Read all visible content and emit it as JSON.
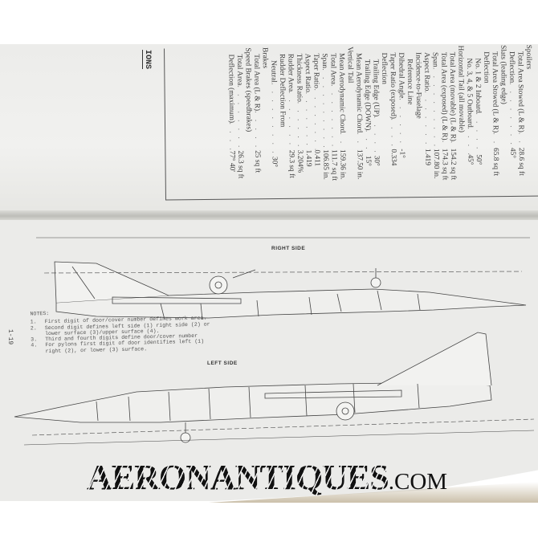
{
  "section_heading": "IONS",
  "specifications": [
    {
      "label": "Spoilers",
      "value": "",
      "level": 0
    },
    {
      "label": "Total Area Stowed (L & R)",
      "value": "28.6 sq ft",
      "level": 1
    },
    {
      "label": "Deflection",
      "value": "45°",
      "level": 1
    },
    {
      "label": "Slats (leading edge)",
      "value": "",
      "level": 0
    },
    {
      "label": "Total Area Stowed (L & R)",
      "value": "65.8 sq ft",
      "level": 1
    },
    {
      "label": "Deflection",
      "value": "",
      "level": 1
    },
    {
      "label": "No. 1 & 2 Inboard",
      "value": "50°",
      "level": 2
    },
    {
      "label": "No. 3, 4, & 5 Outboard",
      "value": "45°",
      "level": 2
    },
    {
      "label": "Horizontal Tail (all movable)",
      "value": "",
      "level": 0
    },
    {
      "label": "Total Area (movable) (L & R)",
      "value": "154.2 sq ft",
      "level": 1
    },
    {
      "label": "Total Area (exposed) (L & R)",
      "value": "174.3 sq ft",
      "level": 1
    },
    {
      "label": "Span",
      "value": "107.80 in.",
      "level": 1
    },
    {
      "label": "Aspect Ratio",
      "value": "1.419",
      "level": 1
    },
    {
      "label": "Incidence-to-Fuselage",
      "value": "",
      "level": 1
    },
    {
      "label": "Reference Line",
      "value": "",
      "level": 2
    },
    {
      "label": "Dihedral Angle",
      "value": "-1°",
      "level": 1
    },
    {
      "label": "Taper Ratio (exposed)",
      "value": "0.334",
      "level": 1
    },
    {
      "label": "Deflection",
      "value": "",
      "level": 1
    },
    {
      "label": "Trailing Edge (UP)",
      "value": "30°",
      "level": 2
    },
    {
      "label": "Trailing Edge (DOWN)",
      "value": "15°",
      "level": 2
    },
    {
      "label": "Mean Aerodynamic Chord",
      "value": "137.50 in.",
      "level": 1
    },
    {
      "label": "Vertical Tail",
      "value": "",
      "level": 0
    },
    {
      "label": "Mean Aerodynamic Chord",
      "value": "159.36 in.",
      "level": 1
    },
    {
      "label": "Total Area",
      "value": "111.7 sq ft",
      "level": 1
    },
    {
      "label": "Span",
      "value": "106.85 in.",
      "level": 1
    },
    {
      "label": "Taper Ratio",
      "value": "0.411",
      "level": 1
    },
    {
      "label": "Aspect Ratio",
      "value": "1.419",
      "level": 1
    },
    {
      "label": "Thickness Ratio",
      "value": "3.204%",
      "level": 1
    },
    {
      "label": "Rudder Area",
      "value": "29.3 sq ft",
      "level": 1
    },
    {
      "label": "Rudder Deflection From",
      "value": "",
      "level": 1
    },
    {
      "label": "Neutral",
      "value": "30°",
      "level": 2
    },
    {
      "label": "Brakes",
      "value": "",
      "level": 0
    },
    {
      "label": "Total Area (L & R)",
      "value": "25 sq ft",
      "level": 1
    },
    {
      "label": "Speed Brakes (speedbrakes)",
      "value": "",
      "level": 0
    },
    {
      "label": "Total Area",
      "value": "26.3 sq ft",
      "level": 1
    },
    {
      "label": "Deflection (maximum)",
      "value": "77° 40'",
      "level": 1
    }
  ],
  "diagram": {
    "right_side_label": "RIGHT SIDE",
    "left_side_label": "LEFT SIDE",
    "notes_title": "NOTES:",
    "notes": [
      {
        "num": "1.",
        "text": "First digit of door/cover number defines work area."
      },
      {
        "num": "2.",
        "text": "Second digit defines left side (1) right side (2) or"
      },
      {
        "num": "",
        "text": "lower surface (3)/upper surface (4)."
      },
      {
        "num": "3.",
        "text": "Third and fourth digits define door/cover number"
      },
      {
        "num": "4.",
        "text": "For pylons first digit of door identifies left (1)"
      },
      {
        "num": "",
        "text": "right (2), or lower (3) surface."
      }
    ]
  },
  "page_number": "1-19",
  "watermark": {
    "main": "AERONANTIQUES",
    "tld": ".COM"
  }
}
